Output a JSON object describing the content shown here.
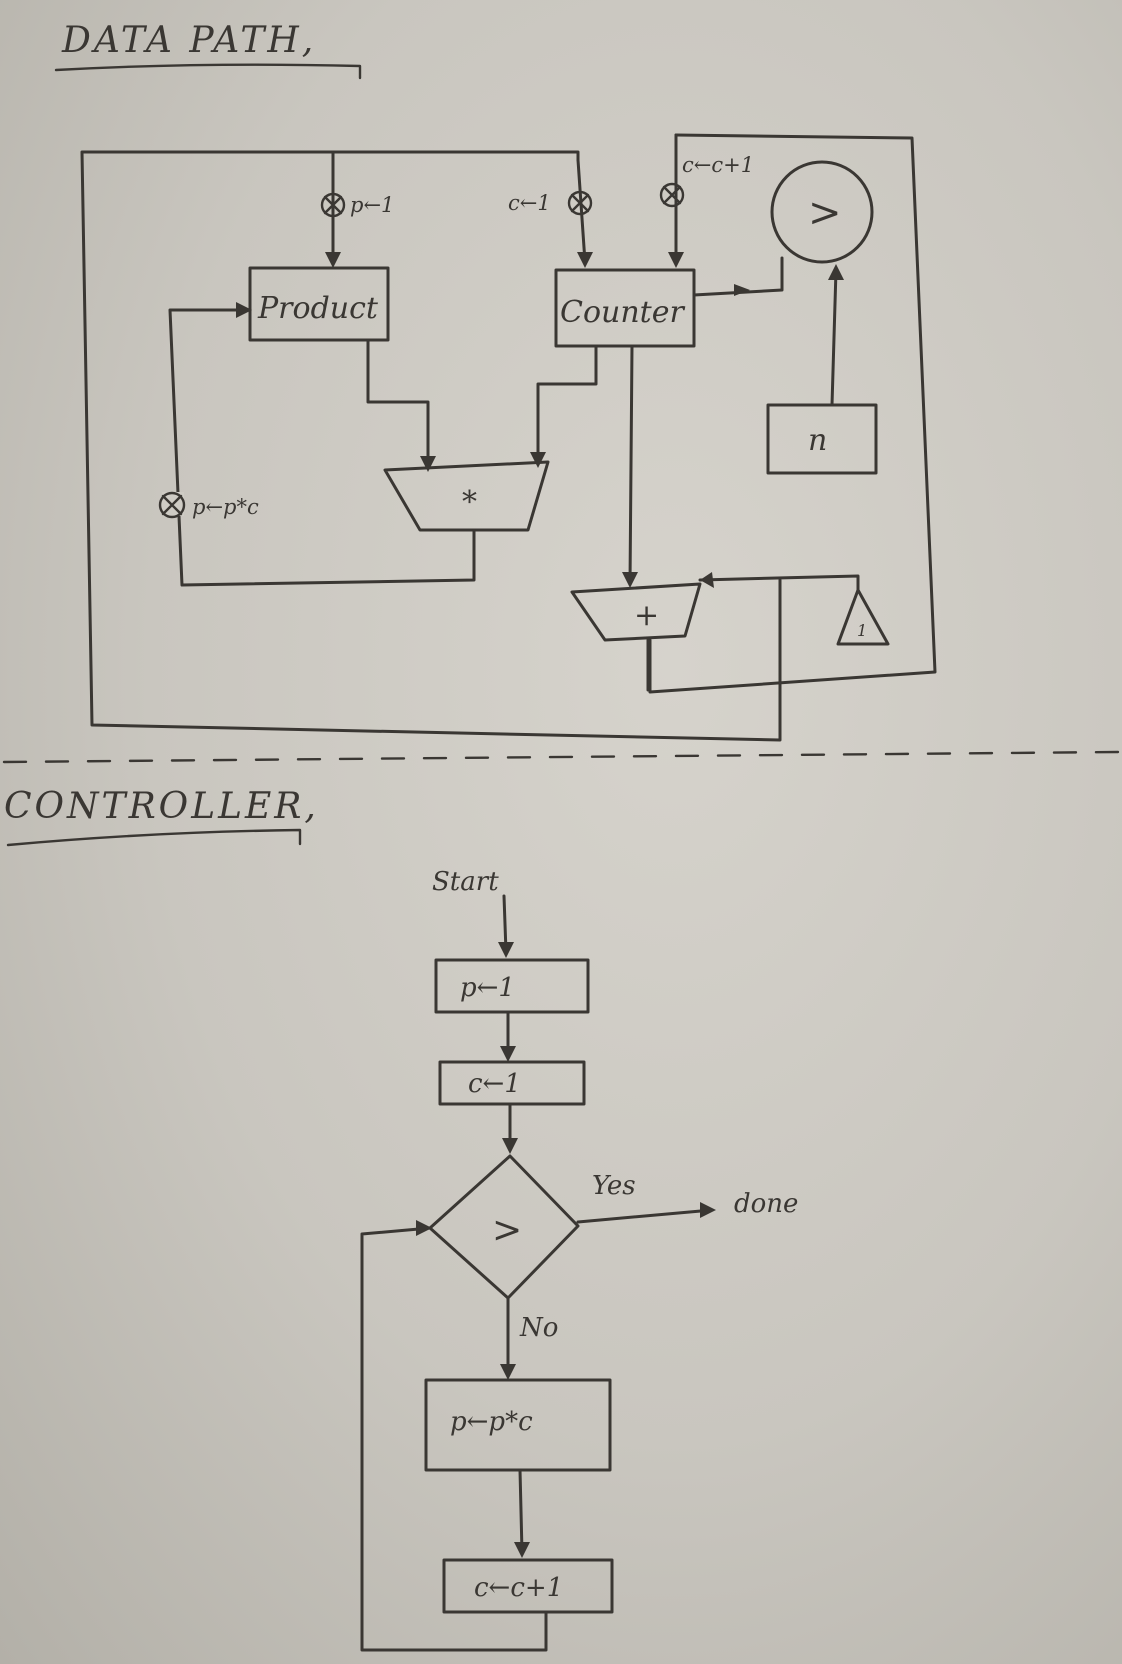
{
  "headings": {
    "datapath": "DATA PATH,",
    "controller": "CONTROLLER,"
  },
  "datapath": {
    "product": "Product",
    "counter": "Counter",
    "multiplier_op": "*",
    "adder_op": "+",
    "comparator_op": ">",
    "n_register": "n",
    "constant_one": "1",
    "signals": {
      "p_init": "p←1",
      "c_init": "c←1",
      "c_inc": "c←c+1",
      "p_update": "p←p*c"
    }
  },
  "controller": {
    "start": "Start",
    "step_p_init": "p←1",
    "step_c_init": "c←1",
    "decision": ">",
    "yes": "Yes",
    "no": "No",
    "done": "done",
    "step_p_update": "p←p*c",
    "step_c_inc": "c←c+1"
  }
}
